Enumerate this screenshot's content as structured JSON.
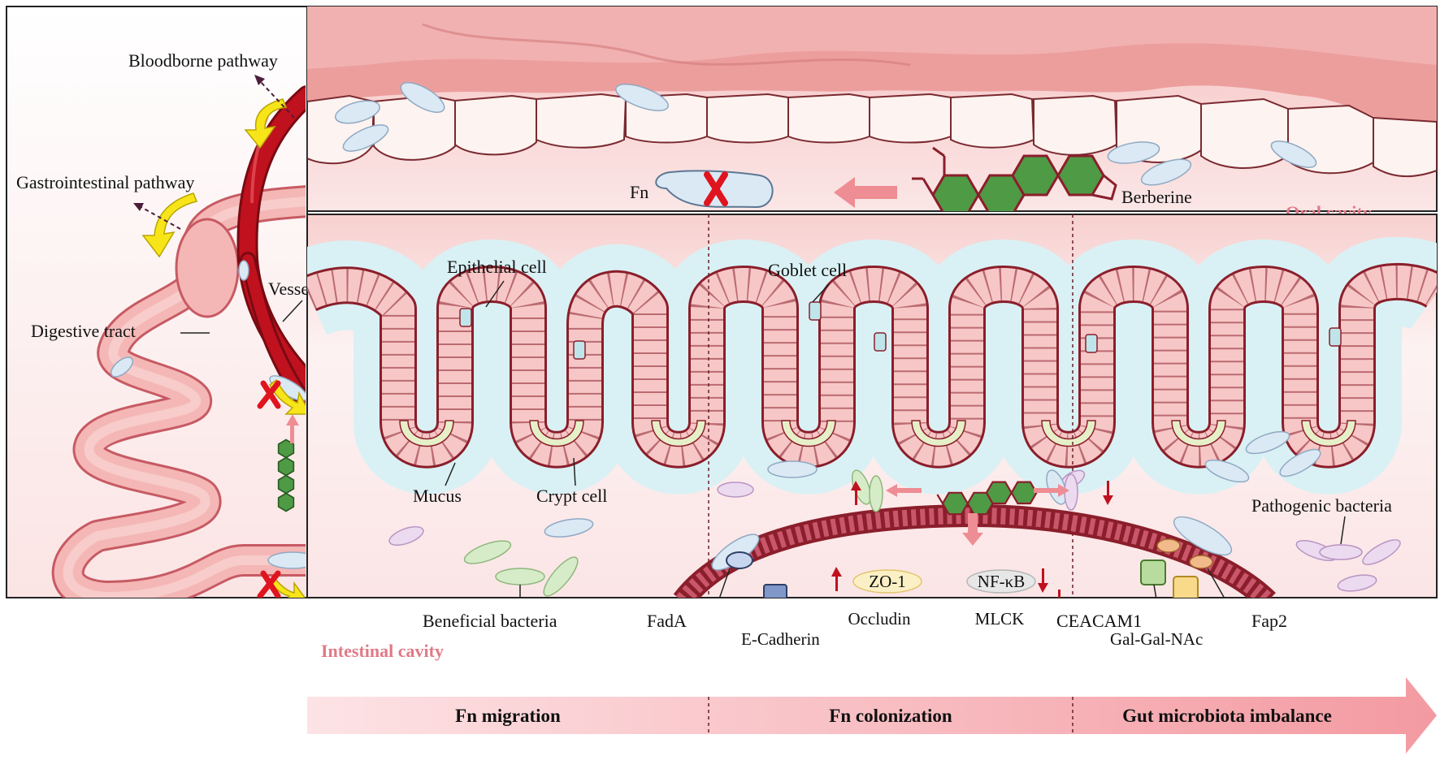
{
  "left_panel": {
    "bloodborne_pathway": "Bloodborne pathway",
    "gastrointestinal_pathway": "Gastrointestinal pathway",
    "vessel": "Vessel",
    "digestive_tract": "Digestive tract"
  },
  "oral_panel": {
    "fn": "Fn",
    "berberine": "Berberine",
    "title": "Oral cavity"
  },
  "intestinal_panel": {
    "epithelial_cell": "Epithelial cell",
    "goblet_cell": "Goblet cell",
    "mucus": "Mucus",
    "crypt_cell": "Crypt cell",
    "beneficial_bacteria": "Beneficial bacteria",
    "fada": "FadA",
    "e_cadherin": "E-Cadherin",
    "zo1": "ZO-1",
    "occludin": "Occludin",
    "nfkb": "NF-κB",
    "mlck": "MLCK",
    "ceacam1": "CEACAM1",
    "gal_gal_nac": "Gal-Gal-NAc",
    "fap2": "Fap2",
    "pathogenic_bacteria": "Pathogenic bacteria",
    "title": "Intestinal cavity"
  },
  "stages": [
    "Fn migration",
    "Fn colonization",
    "Gut microbiota imbalance"
  ],
  "colors": {
    "gum": "#f2b5b5",
    "tooth": "#fdf3f0",
    "outline": "#8b1e2b",
    "vessel": "#c0111f",
    "berberine": "#4f9a45",
    "mucus": "#d9f1f4",
    "crypt": "#e6f0c8",
    "goblet": "#bfe5ea",
    "arrow_yellow": "#f7e51a",
    "red_cross": "#e0141e",
    "pink_arrow": "#ee8d93",
    "bacterium": "#dbe9f5"
  }
}
